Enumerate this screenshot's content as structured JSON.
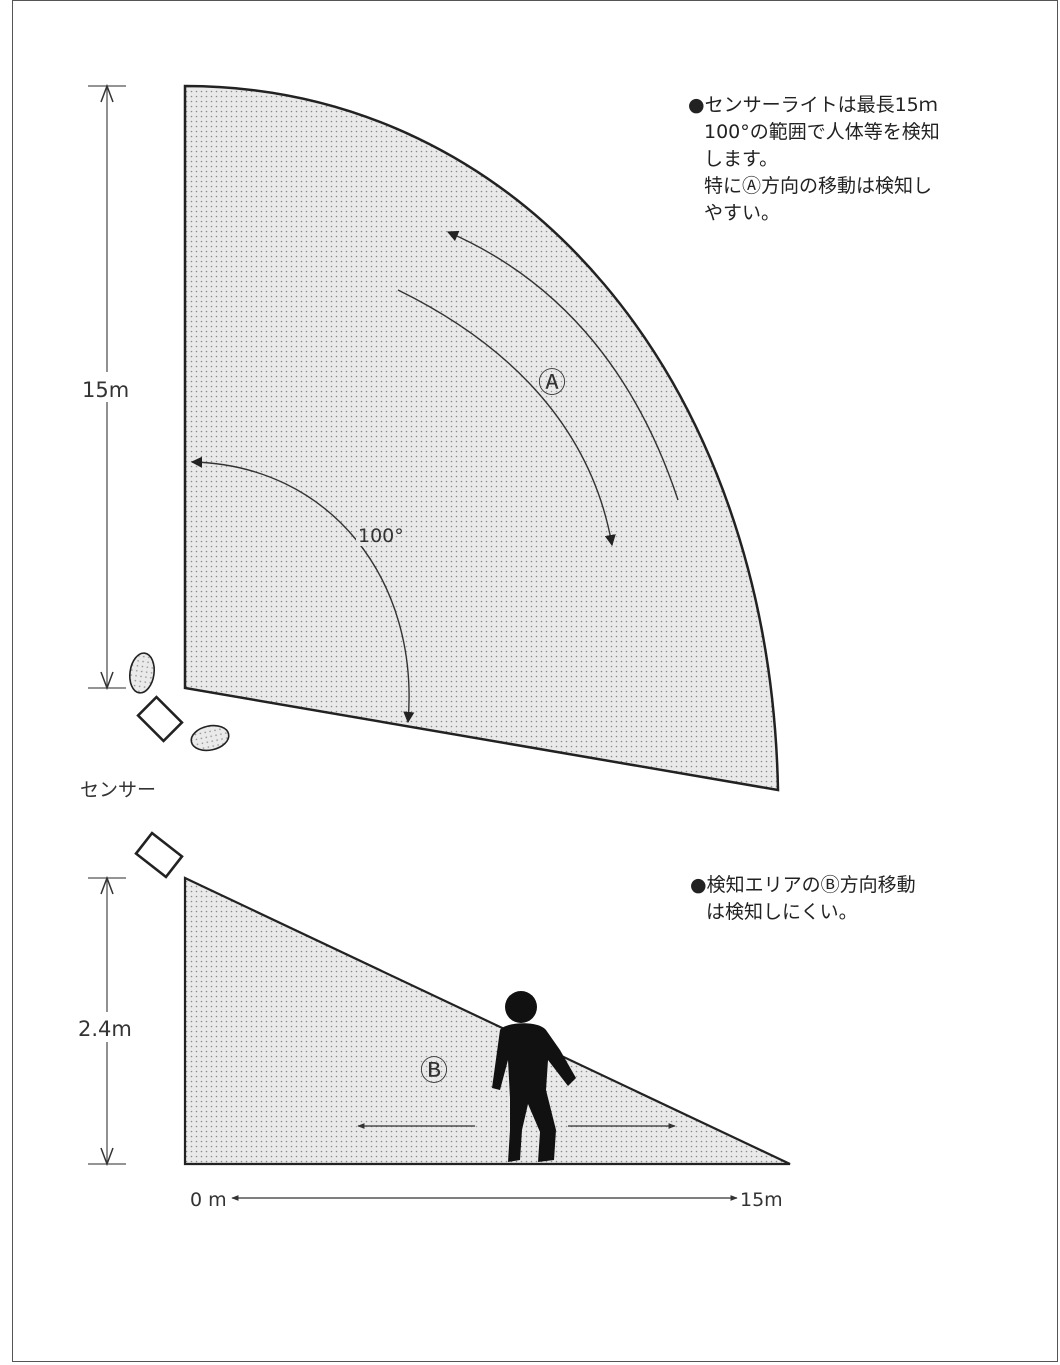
{
  "top_view": {
    "range_label": "15m",
    "angle_label": "100°",
    "direction_label": "Ⓐ",
    "sensor_label": "センサー"
  },
  "side_view": {
    "height_label": "2.4m",
    "direction_label": "Ⓑ",
    "start_label": "0 m",
    "end_label": "15m"
  },
  "note_a": {
    "bullet": "●",
    "lines": [
      "センサーライトは最長15ｍ",
      "100°の範囲で人体等を検知",
      "します。",
      "特にⒶ方向の移動は検知し",
      "やすい。"
    ]
  },
  "note_b": {
    "bullet": "●",
    "lines": [
      "検知エリアのⒷ方向移動",
      "は検知しにくい。"
    ]
  },
  "colors": {
    "stipple": "#9a9a9a",
    "area_fill": "#e6e6e6",
    "line": "#222222"
  }
}
